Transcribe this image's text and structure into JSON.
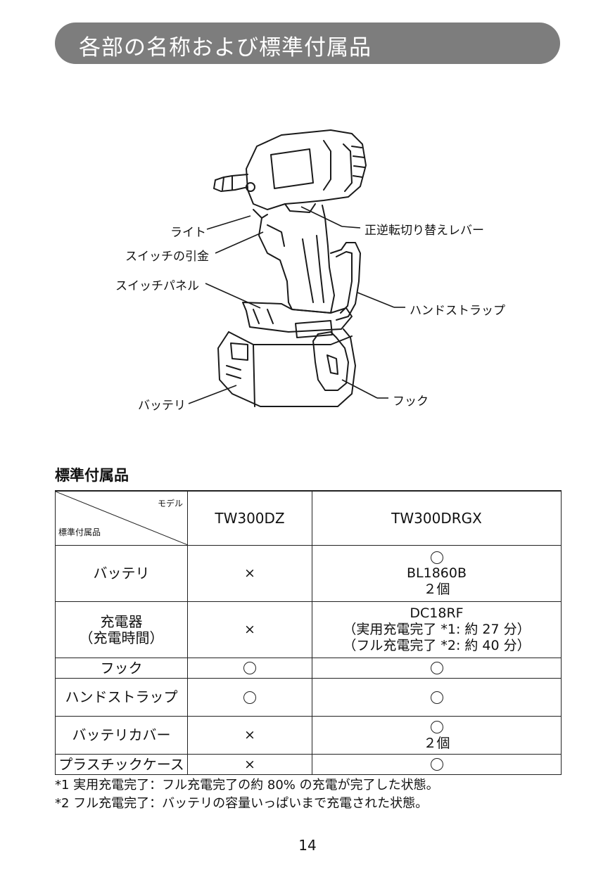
{
  "title": "各部の名称および標準付属品",
  "callouts": {
    "light": "ライト",
    "trigger": "スイッチの引金",
    "switch_panel": "スイッチパネル",
    "battery": "バッテリ",
    "reverse_lever": "正逆転切り替えレバー",
    "hand_strap": "ハンドストラップ",
    "hook": "フック"
  },
  "accessories": {
    "heading": "標準付属品",
    "header_model": "モデル",
    "header_item": "標準付属品",
    "models": [
      "TW300DZ",
      "TW300DRGX"
    ],
    "rows": [
      {
        "item": [
          "バッテリ"
        ],
        "dz": [
          "×"
        ],
        "drgx": [
          "○",
          "BL1860B",
          "２個"
        ]
      },
      {
        "item": [
          "充電器",
          "（充電時間）"
        ],
        "dz": [
          "×"
        ],
        "drgx": [
          "DC18RF",
          "（実用充電完了 *1: 約 27 分）",
          "（フル充電完了 *2: 約 40 分）"
        ]
      },
      {
        "item": [
          "フック"
        ],
        "dz": [
          "○"
        ],
        "drgx": [
          "○"
        ]
      },
      {
        "item": [
          "ハンドストラップ"
        ],
        "dz": [
          "○"
        ],
        "drgx": [
          "○"
        ]
      },
      {
        "item": [
          "バッテリカバー"
        ],
        "dz": [
          "×"
        ],
        "drgx": [
          "○",
          "２個"
        ]
      },
      {
        "item": [
          "プラスチックケース"
        ],
        "dz": [
          "×"
        ],
        "drgx": [
          "○"
        ]
      }
    ]
  },
  "footnotes": [
    "*1 実用充電完了：フル充電完了の約 80% の充電が完了した状態。",
    "*2 フル充電完了：バッテリの容量いっぱいまで充電された状態。"
  ],
  "page_number": "14"
}
